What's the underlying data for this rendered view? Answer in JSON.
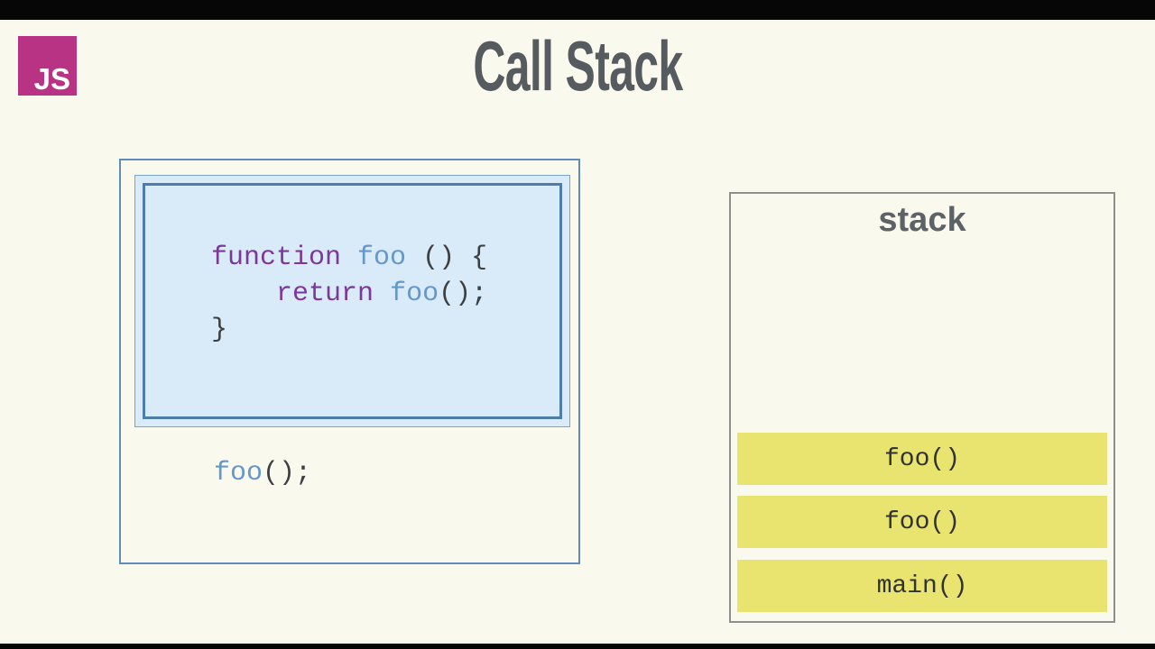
{
  "header": {
    "title": "Call Stack",
    "logo_text": "JS"
  },
  "code_editor": {
    "lines": [
      {
        "tokens": [
          {
            "text": "function",
            "type": "keyword"
          },
          {
            "text": " ",
            "type": "plain"
          },
          {
            "text": "foo",
            "type": "identifier"
          },
          {
            "text": " () {",
            "type": "plain"
          }
        ]
      },
      {
        "tokens": [
          {
            "text": "    ",
            "type": "plain"
          },
          {
            "text": "return",
            "type": "keyword"
          },
          {
            "text": " ",
            "type": "plain"
          },
          {
            "text": "foo",
            "type": "identifier"
          },
          {
            "text": "();",
            "type": "plain"
          }
        ]
      },
      {
        "tokens": [
          {
            "text": "}",
            "type": "plain"
          }
        ]
      }
    ],
    "call_line": {
      "tokens": [
        {
          "text": "foo",
          "type": "identifier"
        },
        {
          "text": "();",
          "type": "plain"
        }
      ]
    }
  },
  "stack": {
    "label": "stack",
    "frames": [
      {
        "label": "foo()"
      },
      {
        "label": "foo()"
      },
      {
        "label": "main()"
      }
    ]
  },
  "colors": {
    "background_cream": "#f9f9ee",
    "letterbox_black": "#060606",
    "logo_magenta": "#b93385",
    "title_gray": "#565b5f",
    "panel_border_blue": "#5f8cba",
    "screen_fill_blue": "#d9eaf8",
    "screen_border_outer": "#79a3c9",
    "screen_border_inner": "#4c7dab",
    "keyword_purple": "#7d3798",
    "identifier_blue": "#6598c8",
    "code_dark": "#3c4043",
    "stack_border_gray": "#8f8f8f",
    "stack_label_gray": "#5d6266",
    "frame_yellow": "#e8e46f"
  }
}
